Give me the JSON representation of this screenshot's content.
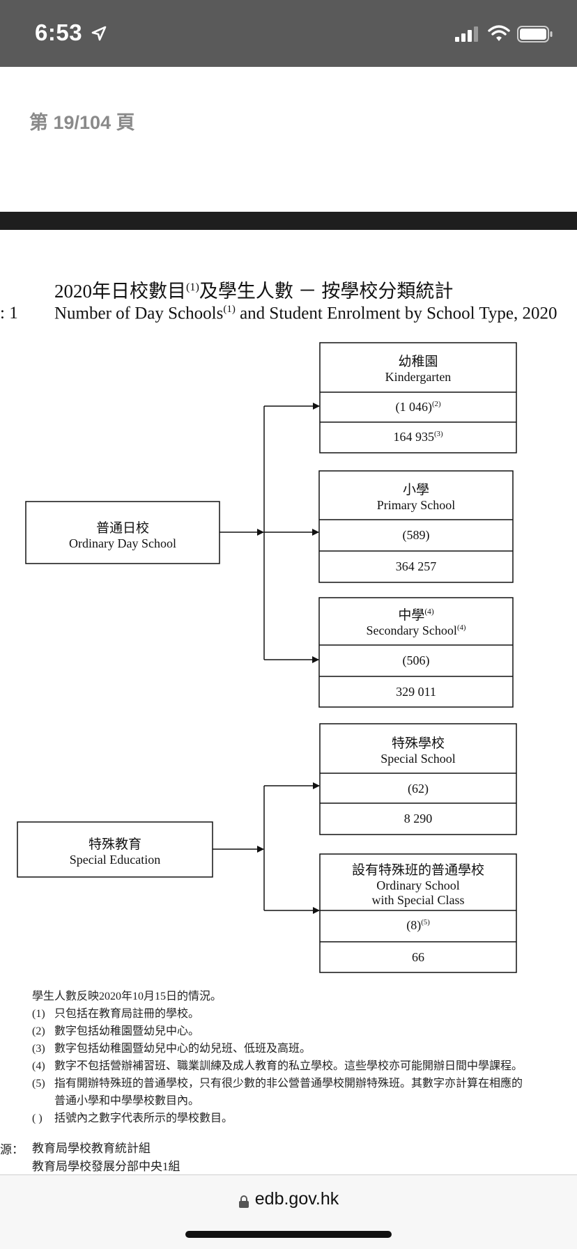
{
  "status_bar": {
    "time": "6:53",
    "icons": [
      "location-arrow-icon",
      "cellular-signal-icon",
      "wifi-icon",
      "battery-icon"
    ]
  },
  "viewer": {
    "page_indicator": "第 19/104 頁"
  },
  "document": {
    "table_number": ": 1",
    "title_zh_main": "2020年日校數目",
    "title_zh_sup": "(1)",
    "title_zh_rest": "及學生人數 － 按學校分類統計",
    "title_en_main": "Number of Day Schools",
    "title_en_sup": "(1)",
    "title_en_rest": " and Student Enrolment by School Type, 2020"
  },
  "diagram": {
    "ordinary_day_school": {
      "zh": "普通日校",
      "en": "Ordinary Day School"
    },
    "special_education": {
      "zh": "特殊教育",
      "en": "Special Education"
    },
    "kindergarten": {
      "zh": "幼稚園",
      "en": "Kindergarten",
      "schools": "(1 046)",
      "schools_note": "(2)",
      "students": "164 935",
      "students_note": "(3)"
    },
    "primary": {
      "zh": "小學",
      "en": "Primary School",
      "schools": "(589)",
      "students": "364 257"
    },
    "secondary": {
      "zh": "中學",
      "zh_note": "(4)",
      "en": "Secondary School",
      "en_note": "(4)",
      "schools": "(506)",
      "students": "329 011"
    },
    "special_school": {
      "zh": "特殊學校",
      "en": "Special School",
      "schools": "(62)",
      "students": "8 290"
    },
    "special_class": {
      "zh": "設有特殊班的普通學校",
      "en_line1": "Ordinary School",
      "en_line2": "with Special Class",
      "schools": "(8)",
      "schools_note": "(5)",
      "students": "66"
    }
  },
  "notes": {
    "intro": "學生人數反映2020年10月15日的情況。",
    "items": [
      {
        "num": "(1)",
        "text": "只包括在教育局註冊的學校。"
      },
      {
        "num": "(2)",
        "text": "數字包括幼稚園暨幼兒中心。"
      },
      {
        "num": "(3)",
        "text": "數字包括幼稚園暨幼兒中心的幼兒班、低班及高班。"
      },
      {
        "num": "(4)",
        "text": "數字不包括營辦補習班、職業訓練及成人教育的私立學校。這些學校亦可能開辦日間中學課程。"
      },
      {
        "num": "(5)",
        "text": "指有開辦特殊班的普通學校，只有很少數的非公營普通學校開辦特殊班。其數字亦計算在相應的"
      }
    ],
    "item5_cont": "普通小學和中學學校數目內。",
    "paren_num": "( )",
    "paren_text": "括號內之數字代表所示的學校數目。",
    "source_label": "源：",
    "source_line1": "教育局學校教育統計組",
    "source_line2": "教育局學校發展分部中央1組"
  },
  "browser": {
    "url": "edb.gov.hk"
  }
}
